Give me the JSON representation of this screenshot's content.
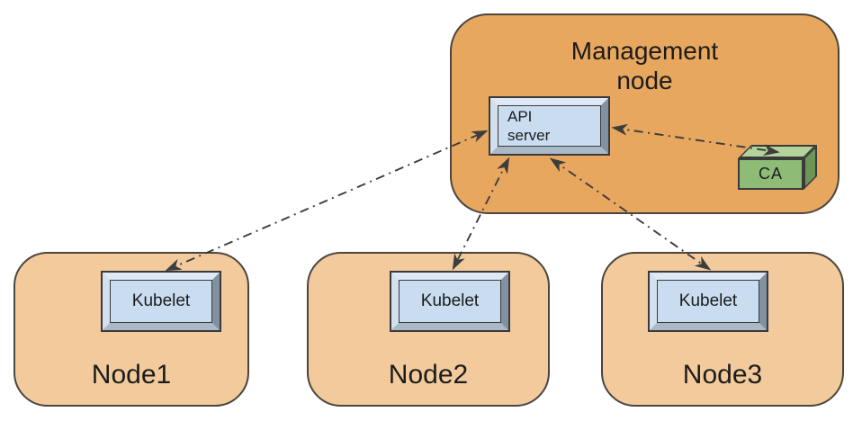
{
  "diagram": {
    "management_node": {
      "title": "Management node",
      "api_server": {
        "label": "API server"
      },
      "ca": {
        "label": "CA"
      }
    },
    "nodes": [
      {
        "label": "Node1",
        "component": "Kubelet"
      },
      {
        "label": "Node2",
        "component": "Kubelet"
      },
      {
        "label": "Node3",
        "component": "Kubelet"
      }
    ],
    "connections": [
      {
        "from": "Kubelet (Node1)",
        "to": "API server",
        "style": "dash-dot",
        "bidirectional": true
      },
      {
        "from": "Kubelet (Node2)",
        "to": "API server",
        "style": "dash-dot",
        "bidirectional": true
      },
      {
        "from": "Kubelet (Node3)",
        "to": "API server",
        "style": "dash-dot",
        "bidirectional": true
      },
      {
        "from": "API server",
        "to": "CA",
        "style": "dash-dot",
        "bidirectional": true
      }
    ],
    "colors": {
      "management_node_fill": "#E8A75F",
      "worker_node_fill": "#F2CA9C",
      "component_face": "#C9DCF0",
      "bevel_light": "#DFE9F5",
      "bevel_dark": "#8191A2",
      "ca_front": "#8EBB76",
      "ca_top": "#B3D39B",
      "ca_side": "#6D9556",
      "outline": "#3A3A3A",
      "arrow": "#3D3D3D"
    }
  }
}
